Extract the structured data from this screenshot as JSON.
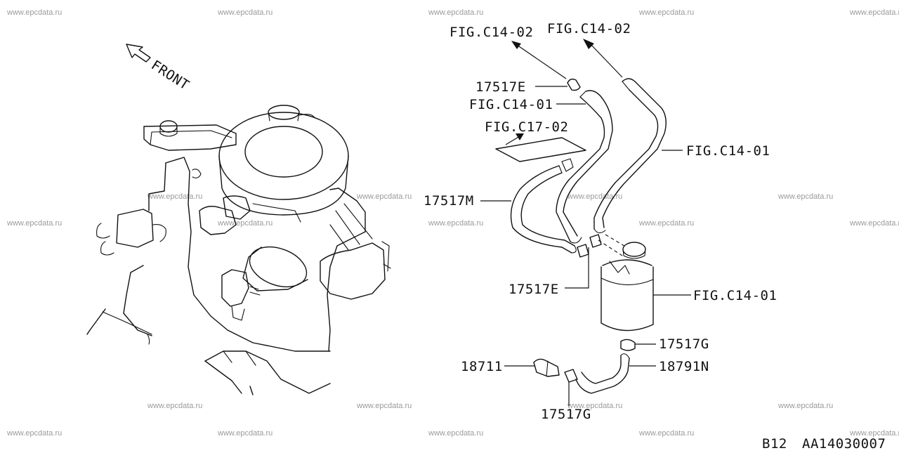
{
  "watermark": "www.epcdata.ru",
  "front_label": "FRONT",
  "callouts": {
    "fig_c14_02_a": "FIG.C14-02",
    "fig_c14_02_b": "FIG.C14-02",
    "part_17517e_top": "17517E",
    "fig_c14_01_a": "FIG.C14-01",
    "fig_c17_02": "FIG.C17-02",
    "fig_c14_01_b": "FIG.C14-01",
    "part_17517m": "17517M",
    "part_17517e_bottom": "17517E",
    "fig_c14_01_c": "FIG.C14-01",
    "part_17517g_top": "17517G",
    "part_18711": "18711",
    "part_18791n": "18791N",
    "part_17517g_bottom": "17517G"
  },
  "footer": {
    "model_code": "B12",
    "diagram_code": "AA14030007"
  }
}
